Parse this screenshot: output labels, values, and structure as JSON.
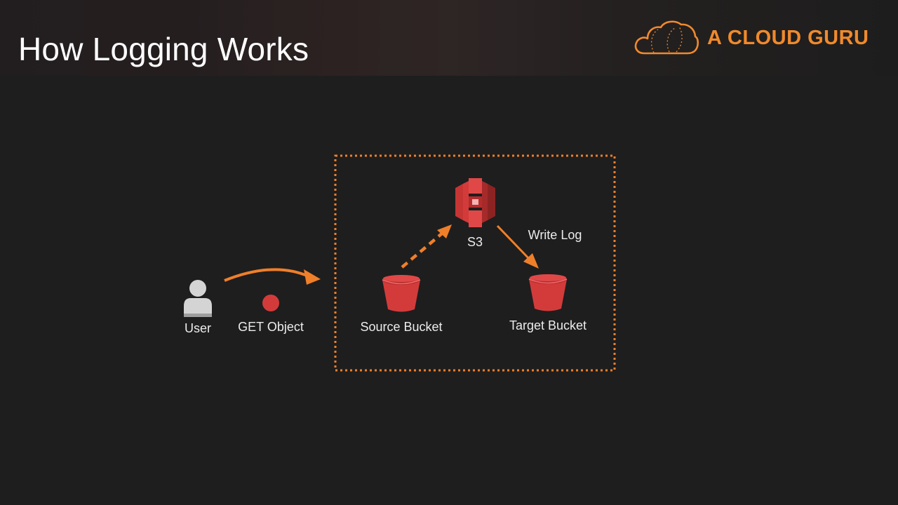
{
  "slide": {
    "title": "How Logging Works",
    "brand": "A CLOUD GURU"
  },
  "diagram": {
    "nodes": {
      "user": "User",
      "get_object": "GET Object",
      "s3": "S3",
      "source_bucket": "Source Bucket",
      "target_bucket": "Target Bucket"
    },
    "edges": {
      "write_log": "Write Log"
    }
  },
  "colors": {
    "accent": "#f07f2a",
    "aws_red": "#d33b3b",
    "aws_red_dark": "#8c2323",
    "background": "#1e1e1e"
  },
  "icons": {
    "user": "user-icon",
    "s3": "s3-icon",
    "bucket": "bucket-icon",
    "request": "request-dot-icon",
    "brand": "cloud-logo-icon"
  }
}
